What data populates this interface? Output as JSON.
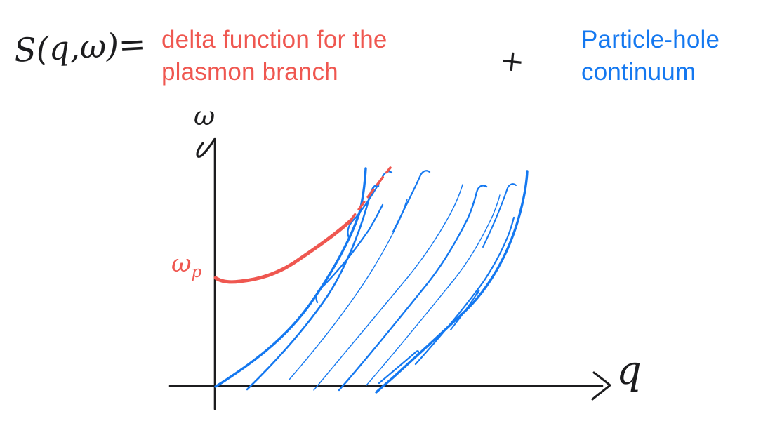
{
  "page": {
    "background": "#ffffff",
    "kind": "hand-drawn physics note"
  },
  "equation": {
    "lhs": "S(q,ω)=",
    "plasmon_term": {
      "line1": "delta function for the",
      "line2": "plasmon branch",
      "color": "#EF5750"
    },
    "operator": "+",
    "continuum_term": {
      "line1": "Particle-hole",
      "line2": "continuum",
      "color": "#1478F0"
    }
  },
  "diagram": {
    "y_axis_label": "ω",
    "x_axis_label": "q",
    "plasmon_frequency_label_base": "ω",
    "plasmon_frequency_label_sub": "p",
    "curves": {
      "plasmon_branch": "solid red curve starting at ωp on the ω axis, rising and merging into the continuum; continues dashed inside",
      "particle_hole_continuum": "blue region between two boundary curves, filled with diagonal hatching"
    }
  },
  "colors": {
    "plasmon_red": "#EF5750",
    "continuum_blue": "#1478F0",
    "ink_black": "#1C1C1E"
  }
}
